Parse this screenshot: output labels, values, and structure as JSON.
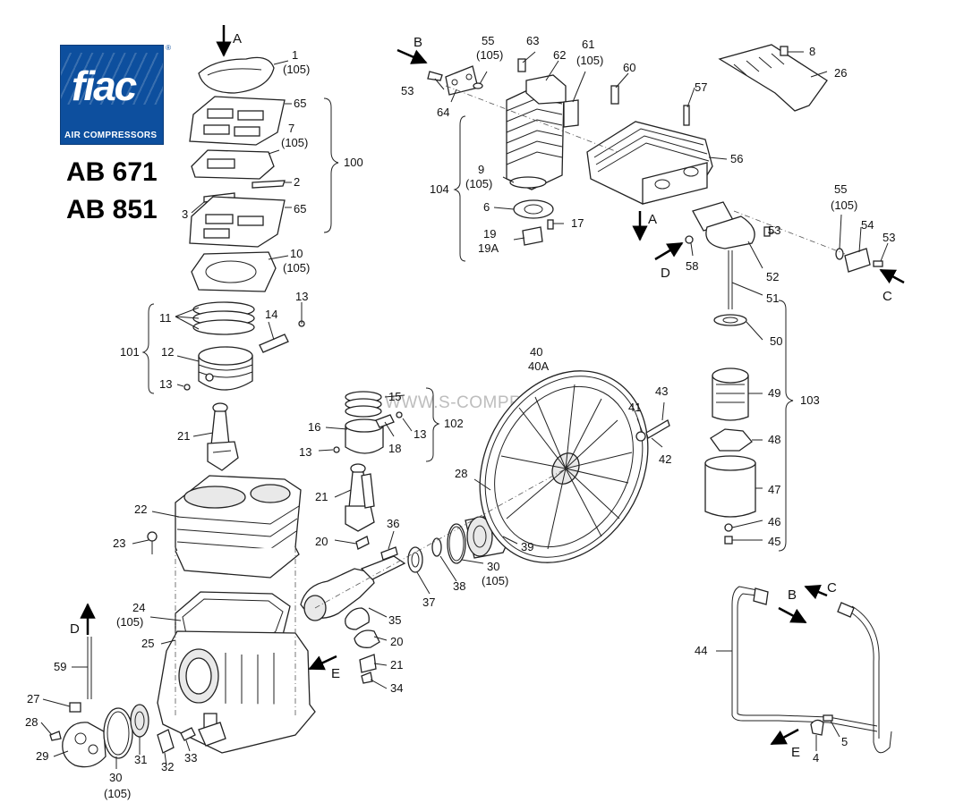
{
  "brand": {
    "logo_text": "fiac",
    "logo_subtitle": "AIR COMPRESSORS",
    "registered_mark": "®"
  },
  "models": [
    "AB 671",
    "AB 851"
  ],
  "watermark": "WWW.S-COMPRESSOR.RU",
  "callouts": {
    "c1": "1",
    "c1s": "(105)",
    "c65a": "65",
    "c7": "7",
    "c7s": "(105)",
    "c2": "2",
    "c3": "3",
    "c65b": "65",
    "c10": "10",
    "c10s": "(105)",
    "c13a": "13",
    "c11": "11",
    "c14": "14",
    "c12": "12",
    "c13b": "13",
    "c101": "101",
    "c100": "100",
    "c21a": "21",
    "c22": "22",
    "c23": "23",
    "c24": "24",
    "c24s": "(105)",
    "c25": "25",
    "c59": "59",
    "c27": "27",
    "c28a": "28",
    "c29": "29",
    "c30a": "30",
    "c30as": "(105)",
    "c31": "31",
    "c32": "32",
    "c33": "33",
    "c15": "15",
    "c16": "16",
    "c13c": "13",
    "c18": "18",
    "c13d": "13",
    "c102": "102",
    "c21b": "21",
    "c20a": "20",
    "c36": "36",
    "c35": "35",
    "c20b": "20",
    "c21c": "21",
    "c34": "34",
    "c37": "37",
    "c38": "38",
    "c30b": "30",
    "c30bs": "(105)",
    "c28b": "28",
    "c39": "39",
    "c40": "40",
    "c40a": "40A",
    "c41": "41",
    "c42": "42",
    "c43": "43",
    "c53a": "53",
    "c55a": "55",
    "c55as": "(105)",
    "c63": "63",
    "c62": "62",
    "c61": "61",
    "c61s": "(105)",
    "c60": "60",
    "c64": "64",
    "c9": "9",
    "c9s": "(105)",
    "c104": "104",
    "c6": "6",
    "c17": "17",
    "c19": "19",
    "c19a": "19A",
    "c57": "57",
    "c56": "56",
    "c8": "8",
    "c26": "26",
    "c53b": "53",
    "c58": "58",
    "c52": "52",
    "c51": "51",
    "c55b": "55",
    "c55bs": "(105)",
    "c54": "54",
    "c53c": "53",
    "c50": "50",
    "c49": "49",
    "c103": "103",
    "c48": "48",
    "c47": "47",
    "c46": "46",
    "c45": "45",
    "c44": "44",
    "c4": "4",
    "c5": "5"
  },
  "flow_markers": {
    "a1": "A",
    "a2": "A",
    "b1": "B",
    "b2": "B",
    "c1": "C",
    "c2": "C",
    "d1": "D",
    "d2": "D",
    "e1": "E",
    "e2": "E"
  }
}
